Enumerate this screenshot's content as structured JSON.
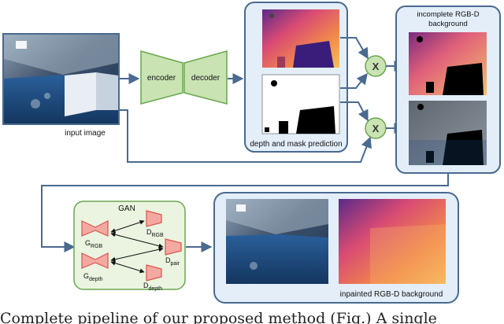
{
  "labels": {
    "input_image": "input image",
    "encoder": "encoder",
    "decoder": "decoder",
    "depth_mask_prediction": "depth and mask prediction",
    "incomplete_line1": "incomplete RGB-D",
    "incomplete_line2": "background",
    "multiply_symbol": "X",
    "gan_title": "GAN",
    "g_rgb_main": "G",
    "g_rgb_sub": "RGB",
    "g_depth_main": "G",
    "g_depth_sub": "depth",
    "d_rgb_main": "D",
    "d_rgb_sub": "RGB",
    "d_pair_main": "D",
    "d_pair_sub": "pair",
    "d_depth_main": "D",
    "d_depth_sub": "depth",
    "inpainted": "inpainted RGB-D background",
    "caption_fragment": "Complete pipeline of our proposed method (Fig.) A single"
  },
  "colors": {
    "panel_fill": "#e3eef9",
    "panel_stroke": "#4a6a8f",
    "arrow": "#4a6a8f",
    "green_fill": "#c9e3b3",
    "green_stroke": "#6aa84f",
    "gan_fill": "#eaf4e0",
    "generator_fill": "#f4a9a0",
    "generator_stroke": "#d9534f"
  }
}
